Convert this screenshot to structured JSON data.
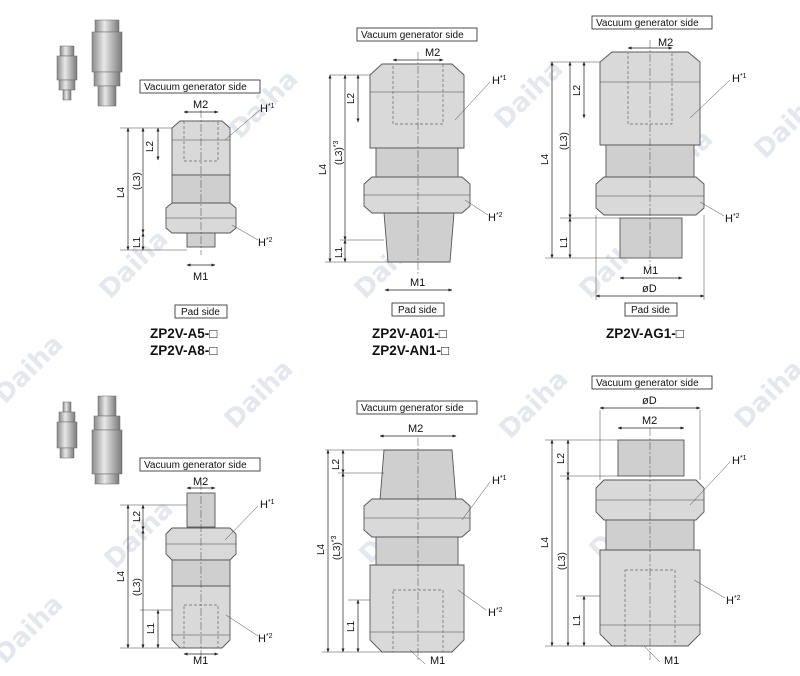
{
  "labels": {
    "vacuum_side": "Vacuum generator side",
    "pad_side": "Pad side",
    "M2": "M2",
    "M1": "M1",
    "L1": "L1",
    "L2": "L2",
    "L3": "(L3)",
    "L3n": "(L3)",
    "L4": "L4",
    "H": "H",
    "s1": "*1",
    "s2": "*2",
    "s3": "*3",
    "phiD": "øD"
  },
  "models": {
    "m1a": "ZP2V-A5-□",
    "m1b": "ZP2V-A8-□",
    "m2a": "ZP2V-A01-□",
    "m2b": "ZP2V-AN1-□",
    "m3a": "ZP2V-AG1-□"
  },
  "watermark": {
    "text": "Daiha"
  },
  "icons": [
    "product-photo"
  ]
}
